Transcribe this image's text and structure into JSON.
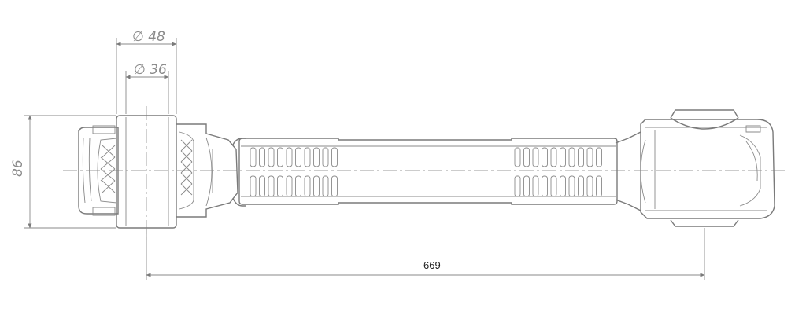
{
  "dimensions": {
    "outer_diameter": "∅ 48",
    "inner_diameter": "∅ 36",
    "height": "86",
    "length": "669"
  },
  "colors": {
    "line": "#7a7a7a",
    "background": "#ffffff"
  }
}
